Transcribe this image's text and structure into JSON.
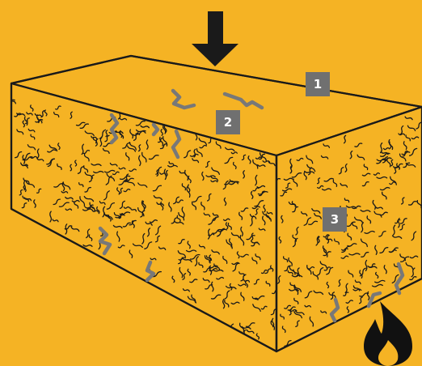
{
  "colors": {
    "background": "#F5B324",
    "outline": "#1A1A1A",
    "fiber": "#1A1A1A",
    "crack": "#787878",
    "badge": "#707070",
    "badge_text": "#FFFFFF"
  },
  "labels": [
    {
      "id": "label-1",
      "text": "1"
    },
    {
      "id": "label-2",
      "text": "2"
    },
    {
      "id": "label-3",
      "text": "3"
    }
  ],
  "icons": [
    "down-arrow-icon",
    "flame-icon"
  ]
}
